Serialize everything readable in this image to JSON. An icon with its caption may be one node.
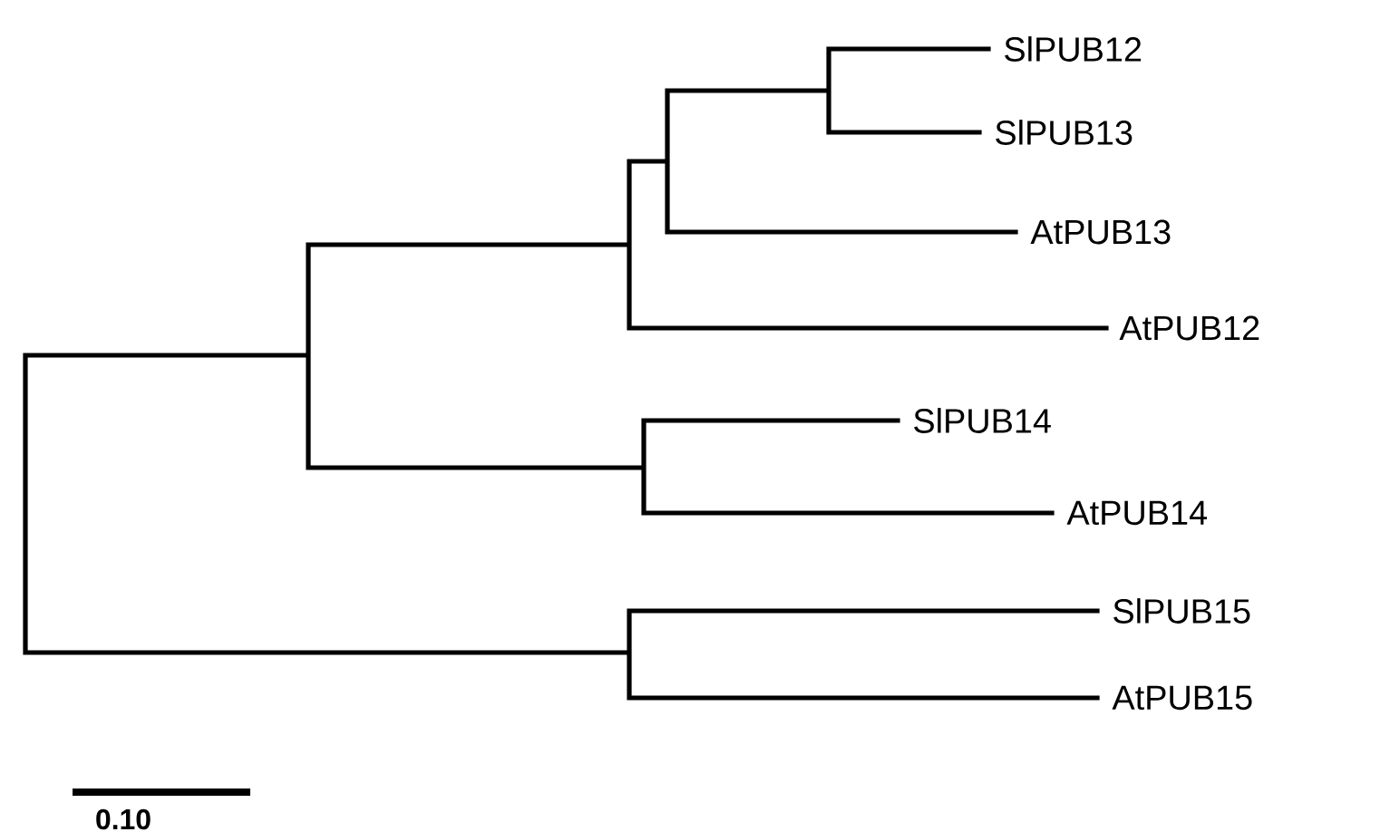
{
  "diagram": {
    "labels": [
      "SlPUB12",
      "SlPUB13",
      "AtPUB13",
      "AtPUB12",
      "SlPUB14",
      "AtPUB14",
      "SlPUB15",
      "AtPUB15",
      "0.10"
    ]
  }
}
